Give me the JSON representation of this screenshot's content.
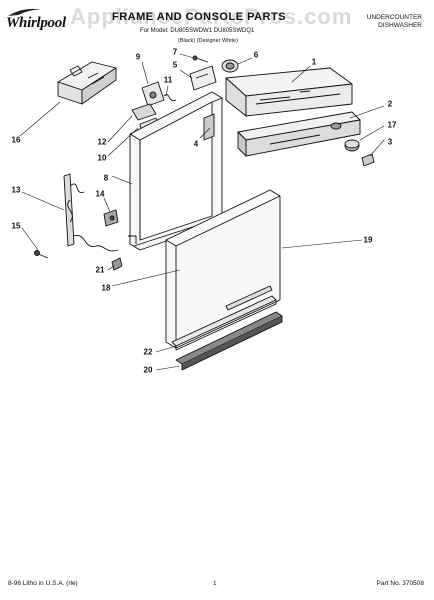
{
  "header": {
    "brand": "Whirlpool",
    "title": "FRAME AND CONSOLE PARTS",
    "model_line": "For Model: DU805SWDW1 DU805SWDQ1",
    "model_sub": "(Black) (Designer White)",
    "category_line1": "UNDERCOUNTER",
    "category_line2": "DISHWASHER",
    "watermark": "AppliancePartsPros.com"
  },
  "footer": {
    "litho": "8-96 Litho in U.S.A. (rle)",
    "page": "1",
    "part_no": "Part No. 370508"
  },
  "callouts": [
    "1",
    "2",
    "3",
    "4",
    "5",
    "6",
    "7",
    "8",
    "9",
    "10",
    "11",
    "12",
    "13",
    "14",
    "15",
    "16",
    "17",
    "18",
    "19",
    "20",
    "21",
    "22"
  ]
}
